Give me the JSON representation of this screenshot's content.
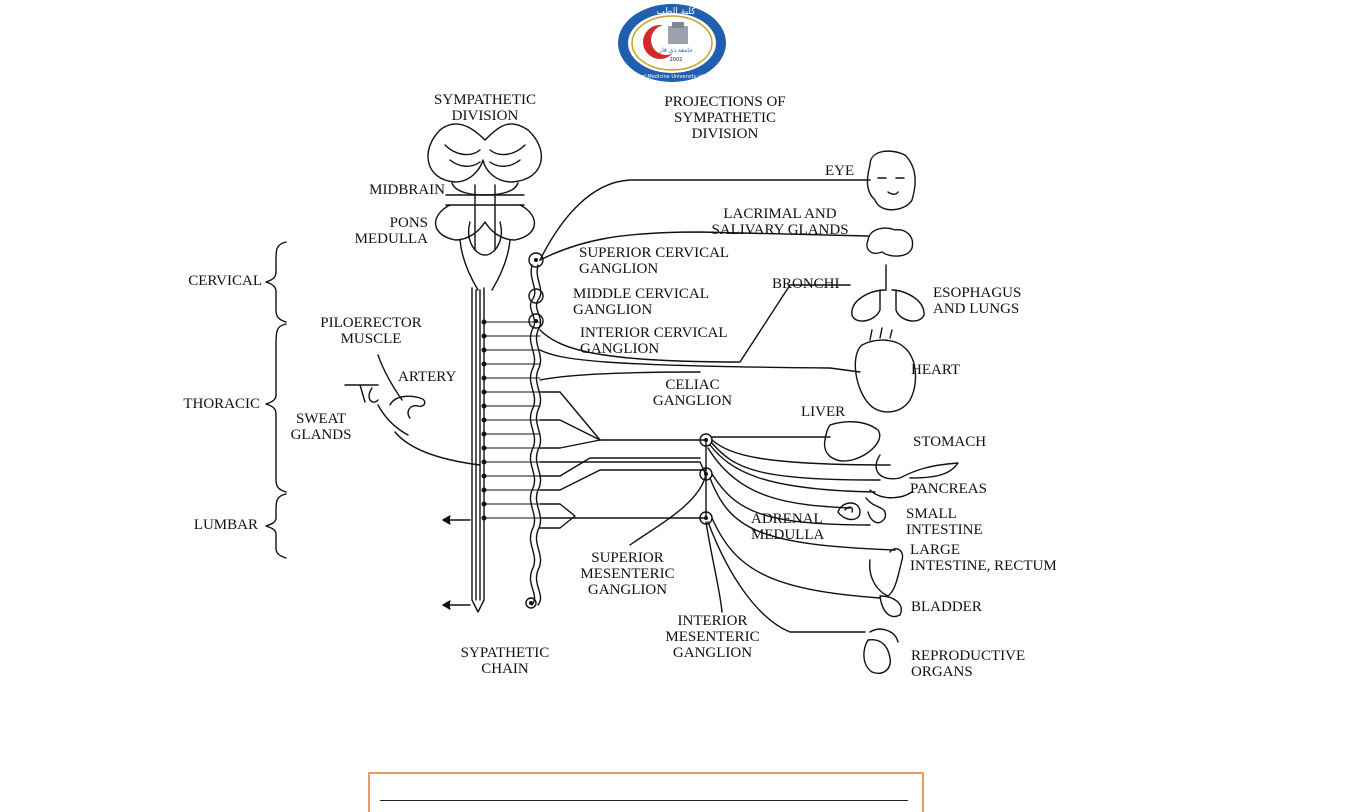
{
  "logo": {
    "arabic_text": "كلية الطب",
    "university_text": "College of Medicine University of Thi-Qar",
    "arabic_sub": "جامعة ذي قار",
    "year": "2002",
    "colors": {
      "ring": "#1f5fae",
      "inner": "#ffffff",
      "crescent": "#d62828",
      "gold": "#c9a227"
    }
  },
  "diagram": {
    "headings": {
      "sympathetic_division": [
        "SYMPATHETIC",
        "DIVISION"
      ],
      "projections": [
        "PROJECTIONS OF",
        "SYMPATHETIC",
        "DIVISION"
      ]
    },
    "brain_labels": {
      "midbrain": "MIDBRAIN",
      "pons": "PONS",
      "medulla": "MEDULLA"
    },
    "regions": {
      "cervical": "CERVICAL",
      "thoracic": "THORACIC",
      "lumbar": "LUMBAR"
    },
    "skin_labels": {
      "piloerector": [
        "PILOERECTOR",
        "MUSCLE"
      ],
      "artery": "ARTERY",
      "sweat": [
        "SWEAT",
        "GLANDS"
      ]
    },
    "ganglia": {
      "superior_cervical": [
        "SUPERIOR CERVICAL",
        "GANGLION"
      ],
      "middle_cervical": [
        "MIDDLE CERVICAL",
        "GANGLION"
      ],
      "interior_cervical": [
        "INTERIOR CERVICAL",
        "GANGLION"
      ],
      "celiac": [
        "CELIAC",
        "GANGLION"
      ],
      "superior_mesenteric": [
        "SUPERIOR",
        "MESENTERIC",
        "GANGLION"
      ],
      "interior_mesenteric": [
        "INTERIOR",
        "MESENTERIC",
        "GANGLION"
      ],
      "chain": [
        "SYPATHETIC",
        "CHAIN"
      ]
    },
    "organs": {
      "eye": "EYE",
      "lacrimal": [
        "LACRIMAL AND",
        "SALIVARY GLANDS"
      ],
      "bronchi": "BRONCHI",
      "esophagus": [
        "ESOPHAGUS",
        "AND LUNGS"
      ],
      "heart": "HEART",
      "liver": "LIVER",
      "stomach": "STOMACH",
      "pancreas": "PANCREAS",
      "adrenal": [
        "ADRENAL",
        "MEDULLA"
      ],
      "small_intestine": [
        "SMALL",
        "INTESTINE"
      ],
      "large_intestine": [
        "LARGE",
        "INTESTINE, RECTUM"
      ],
      "bladder": "BLADDER",
      "reproductive": [
        "REPRODUCTIVE",
        "ORGANS"
      ]
    }
  },
  "footer": {
    "border_color": "#e8a062"
  }
}
